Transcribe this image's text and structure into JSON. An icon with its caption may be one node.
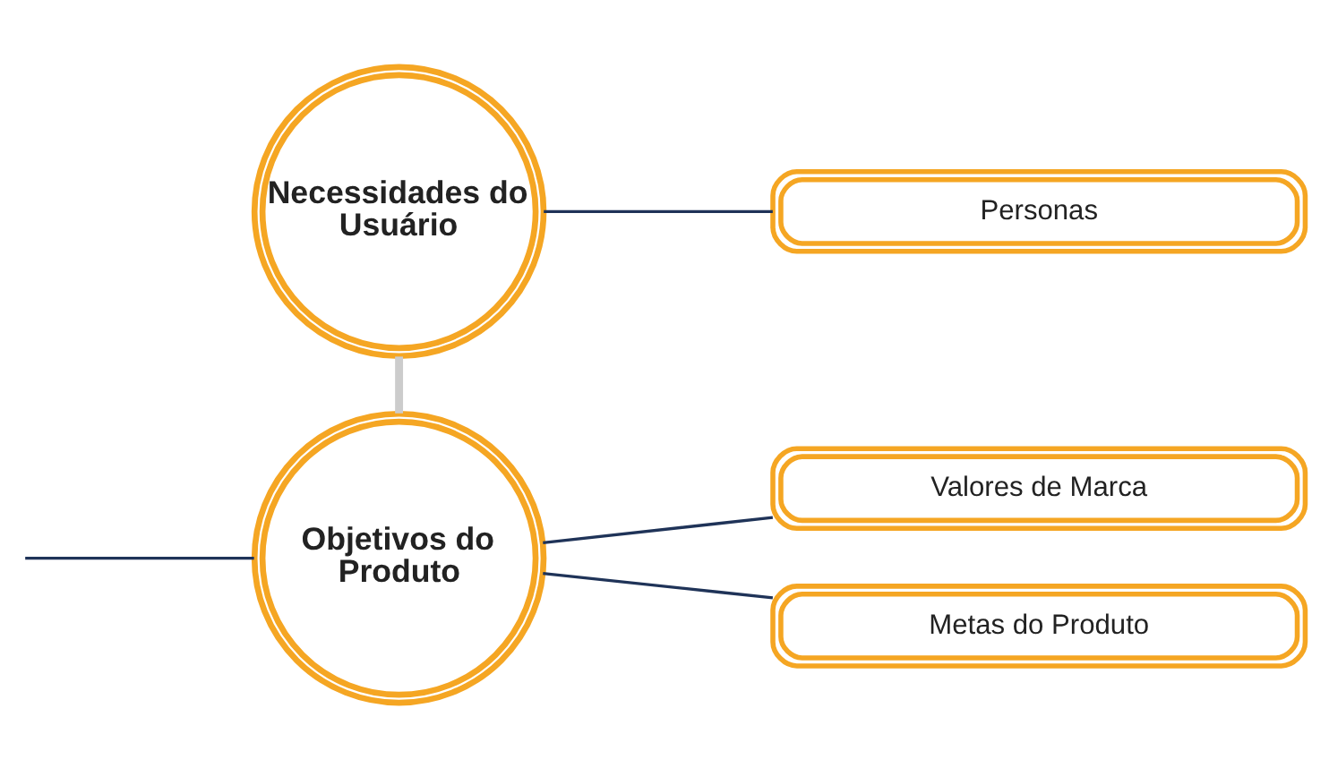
{
  "diagram": {
    "nodes": [
      {
        "text": [
          "Necessidades do Usuário"
        ]
      },
      {
        "text": [
          "Objetivos do Produto"
        ]
      },
      {
        "text": [
          "Personas"
        ]
      },
      {
        "text": [
          "Valores de Marca"
        ]
      },
      {
        "text": [
          "Metas do Produto"
        ]
      }
    ],
    "edges": [
      {
        "from": 0,
        "to": 2,
        "arrow": "none"
      },
      {
        "from": 0,
        "to": 1,
        "arrow": "none",
        "color": "#cccccc",
        "style": "thick"
      },
      {
        "from": null,
        "to": 1,
        "arrow": "none"
      },
      {
        "from": 1,
        "to": 3,
        "arrow": "none"
      },
      {
        "from": 1,
        "to": 4,
        "arrow": "none"
      }
    ]
  }
}
